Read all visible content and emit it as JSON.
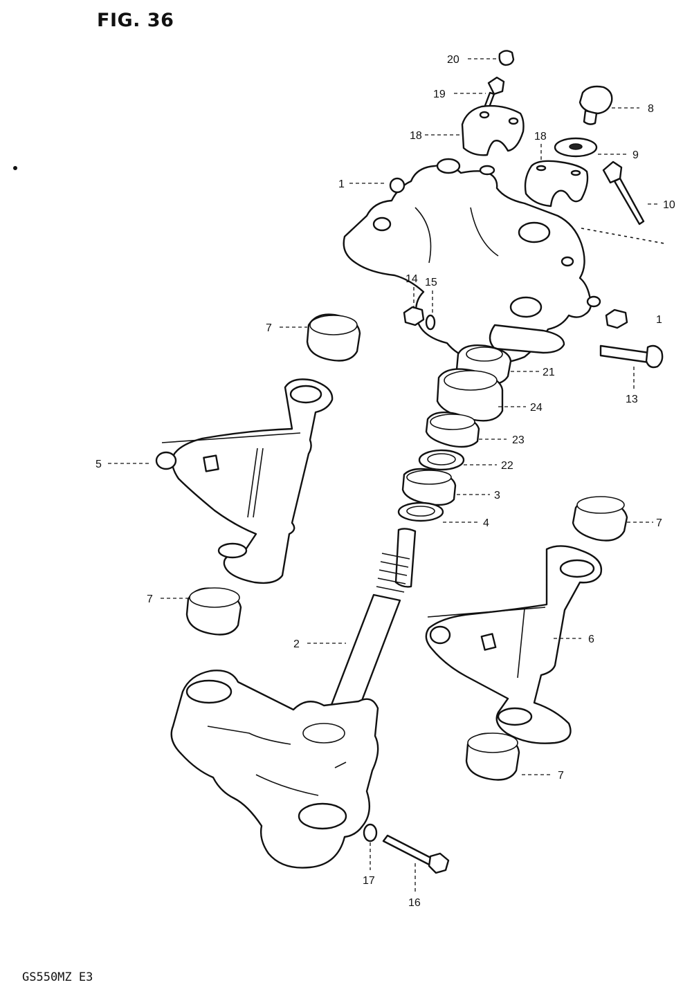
{
  "figure": {
    "title": "FIG. 36",
    "model_code": "GS550MZ E3"
  },
  "callouts": {
    "c1": "1",
    "c2": "2",
    "c3": "3",
    "c4": "4",
    "c5": "5",
    "c6": "6",
    "c7a": "7",
    "c7b": "7",
    "c7c": "7",
    "c7d": "7",
    "c8": "8",
    "c9": "9",
    "c10": "10",
    "c11": "1",
    "c13": "13",
    "c14": "14",
    "c15": "15",
    "c16": "16",
    "c17": "17",
    "c18a": "18",
    "c18b": "18",
    "c19": "19",
    "c20": "20",
    "c21": "21",
    "c22": "22",
    "c23": "23",
    "c24": "24"
  }
}
